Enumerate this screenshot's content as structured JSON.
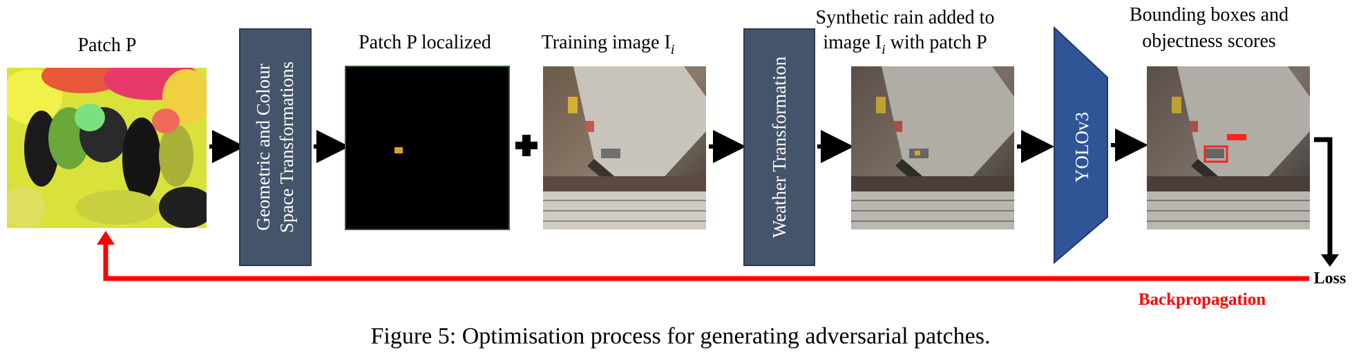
{
  "labels": {
    "patch": "Patch P",
    "patch_localized": "Patch P localized",
    "training_image": "Training image I",
    "training_image_sub": "i",
    "rain_line1": "Synthetic rain added to",
    "rain_line2_a": "image I",
    "rain_line2_sub": "i",
    "rain_line2_b": " with patch P",
    "bbox_line1": "Bounding boxes and",
    "bbox_line2": "objectness scores",
    "geometric_line1": "Geometric and Colour",
    "geometric_line2": "Space Transformations",
    "weather": "Weather Transformation",
    "yolo": "YOLOv3",
    "loss": "Loss",
    "backprop": "Backpropagation",
    "caption": "Figure 5: Optimisation process for generating adversarial patches."
  },
  "colors": {
    "box_fill": "#44546a",
    "yolo_fill": "#2f5597",
    "backprop": "#ff0000",
    "arrow": "#000000"
  }
}
